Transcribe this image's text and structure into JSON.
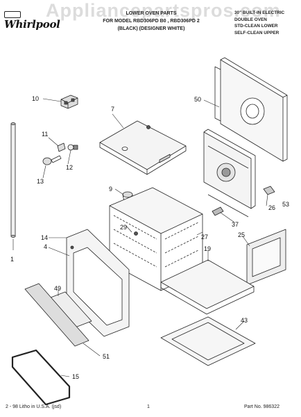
{
  "header": {
    "brand": "Whirlpool",
    "watermark": "Appliancepartspros.com",
    "title_lines": [
      "LOWER OVEN PARTS",
      "FOR MODEL RBD306PD B0 , RBD306PD 2",
      "(BLACK) (DESIGNER WHITE)"
    ],
    "right_lines": [
      "30\" BUILT-IN ELECTRIC",
      "DOUBLE OVEN",
      "STD-CLEAN LOWER",
      "SELF-CLEAN UPPER"
    ]
  },
  "callouts": [
    "10",
    "7",
    "50",
    "11",
    "12",
    "13",
    "9",
    "26",
    "53",
    "14",
    "4",
    "29",
    "27",
    "37",
    "25",
    "19",
    "49",
    "1",
    "43",
    "51",
    "15"
  ],
  "footer": {
    "left": "2 - 98 Litho in U.S.A. (jsd)",
    "center": "1",
    "right": "Part No. 986322"
  }
}
